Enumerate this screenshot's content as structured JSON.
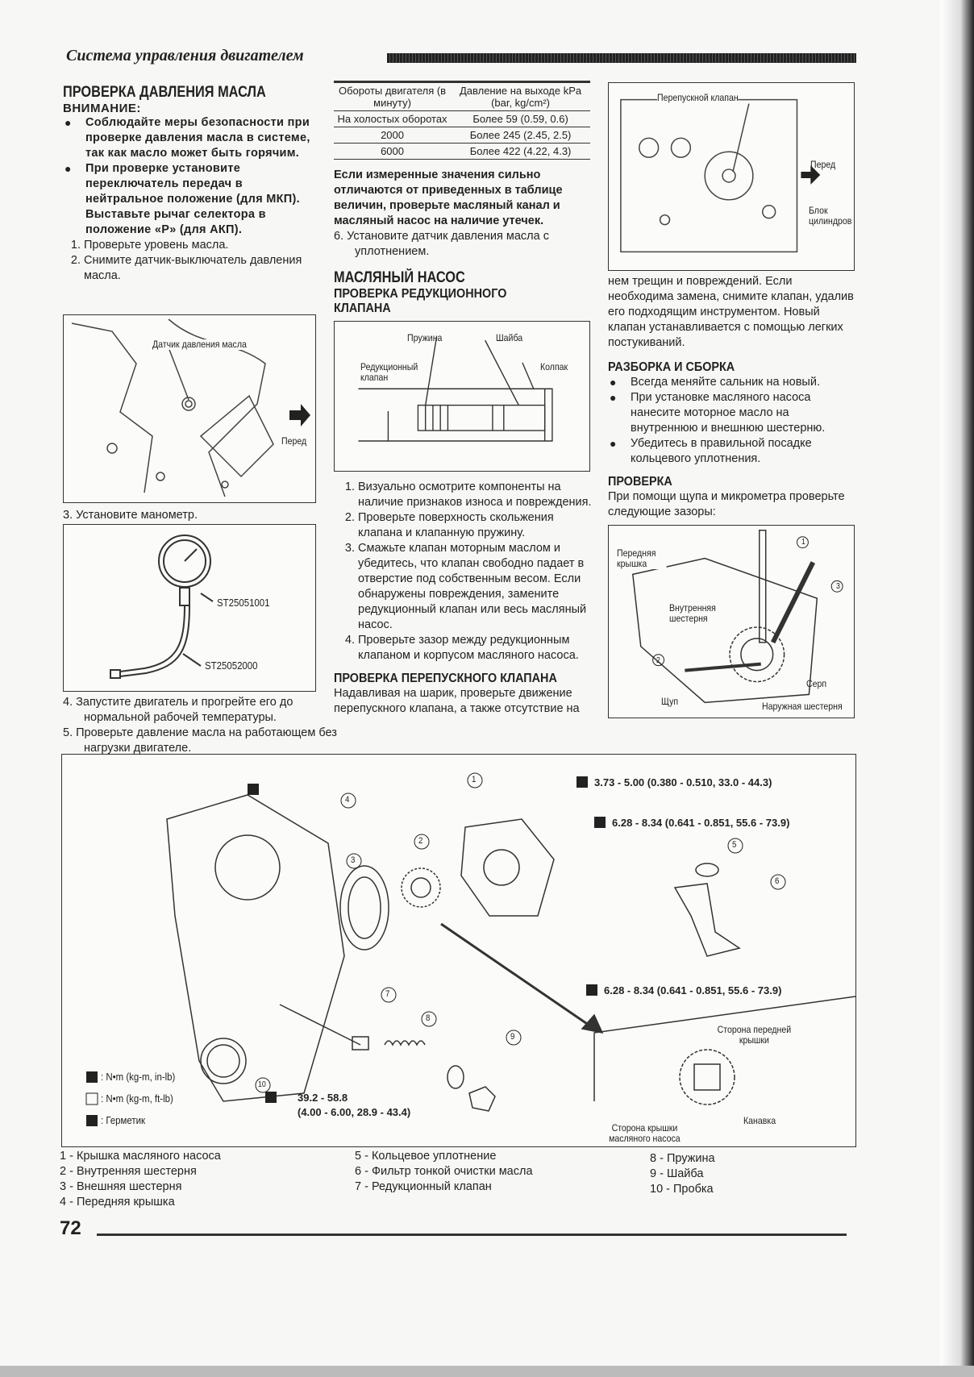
{
  "header": {
    "title": "Система управления двигателем"
  },
  "left": {
    "title": "ПРОВЕРКА ДАВЛЕНИЯ МАСЛА",
    "warning": "ВНИМАНИЕ:",
    "bullets": [
      "Соблюдайте меры безопасности при проверке давления масла в системе, так как масло может быть горячим.",
      "При проверке установите переключатель передач в нейтральное положение (для МКП). Выставьте рычаг селектора в положение «Р» (для АКП)."
    ],
    "steps": [
      "Проверьте уровень масла.",
      "Снимите датчик-выключатель давления масла."
    ],
    "fig1": {
      "sensor": "Датчик давления масла",
      "front": "Перед"
    },
    "step3": "3. Установите манометр.",
    "fig2": {
      "tool1": "ST25051001",
      "tool2": "ST25052000"
    },
    "steps2": [
      "4. Запустите двигатель и прогрейте его до нормальной рабочей температуры.",
      "5. Проверьте давление масла на работающем без нагрузки двигателе."
    ]
  },
  "middle": {
    "table": {
      "headers": [
        "Обороты двигателя (в минуту)",
        "Давление на выходе kPa (bar, kg/cm²)"
      ],
      "rows": [
        [
          "На холостых оборотах",
          "Более 59 (0.59, 0.6)"
        ],
        [
          "2000",
          "Более 245 (2.45, 2.5)"
        ],
        [
          "6000",
          "Более 422 (4.22, 4.3)"
        ]
      ]
    },
    "note": "Если измеренные значения сильно отличаются от приведенных в таблице величин, проверьте масляный канал и масляный насос на наличие утечек.",
    "step6": "6. Установите датчик давления масла с уплотнением.",
    "title": "МАСЛЯНЫЙ НАСОС",
    "subtitle": "ПРОВЕРКА РЕДУКЦИОННОГО КЛАПАНА",
    "fig": {
      "spring": "Пружина",
      "washer": "Шайба",
      "valve": "Редукционный клапан",
      "cap": "Колпак"
    },
    "steps": [
      "Визуально осмотрите компоненты на наличие признаков износа и повреждения.",
      "Проверьте поверхность скольжения клапана и клапанную пружину.",
      "Смажьте клапан моторным маслом и убедитесь, что клапан свободно падает в отверстие под собственным весом. Если обнаружены повреждения, замените редукционный клапан или весь масляный насос.",
      "Проверьте зазор между редукционным клапаном и корпусом масляного насоса."
    ],
    "bypass_title": "ПРОВЕРКА ПЕРЕПУСКНОГО КЛАПАНА",
    "bypass_text": "Надавливая на шарик, проверьте движение перепускного клапана, а также отсутствие на"
  },
  "right": {
    "fig1": {
      "bypass": "Перепускной клапан",
      "front": "Перед",
      "block": "Блок цилиндров"
    },
    "cont": "нем трещин и повреждений. Если необходима замена, снимите клапан, удалив его подходящим инструментом. Новый клапан устанавливается с помощью легких постукиваний.",
    "title1": "РАЗБОРКА И СБОРКА",
    "bullets": [
      "Всегда меняйте сальник на новый.",
      "При установке масляного насоса нанесите моторное масло на внутреннюю и внешнюю шестерню.",
      "Убедитесь в правильной посадке кольцевого уплотнения."
    ],
    "title2": "ПРОВЕРКА",
    "text2": "При помощи щупа и микрометра проверьте следующие зазоры:",
    "fig2": {
      "front_cover": "Передняя крышка",
      "inner_gear": "Внутренняя шестерня",
      "sickle": "Серп",
      "gauge": "Щуп",
      "outer_gear": "Наружная шестерня",
      "n1": "1",
      "n2": "2",
      "n3": "3"
    }
  },
  "diagram": {
    "torque1": "3.73 - 5.00 (0.380 - 0.510, 33.0 - 44.3)",
    "torque2": "6.28 - 8.34 (0.641 - 0.851, 55.6 - 73.9)",
    "torque3": "6.28 - 8.34 (0.641 - 0.851, 55.6 - 73.9)",
    "torque10a": "39.2 - 58.8",
    "torque10b": "(4.00 - 6.00, 28.9 - 43.4)",
    "callouts": [
      "1",
      "2",
      "3",
      "4",
      "5",
      "6",
      "7",
      "8",
      "9",
      "10"
    ],
    "legend": [
      ": N•m (kg-m, in-lb)",
      ": N•m (kg-m, ft-lb)",
      ": Герметик"
    ],
    "inset": {
      "front_side": "Сторона передней крышки",
      "groove": "Канавка",
      "pump_side": "Сторона крышки масляного насоса"
    }
  },
  "parts": [
    "1 - Крышка масляного насоса",
    "2 - Внутренняя шестерня",
    "3 - Внешняя шестерня",
    "4 - Передняя крышка",
    "5 - Кольцевое уплотнение",
    "6 - Фильтр тонкой очистки масла",
    "7 - Редукционный клапан",
    "8 - Пружина",
    "9 - Шайба",
    "10 - Пробка"
  ],
  "page_number": "72"
}
